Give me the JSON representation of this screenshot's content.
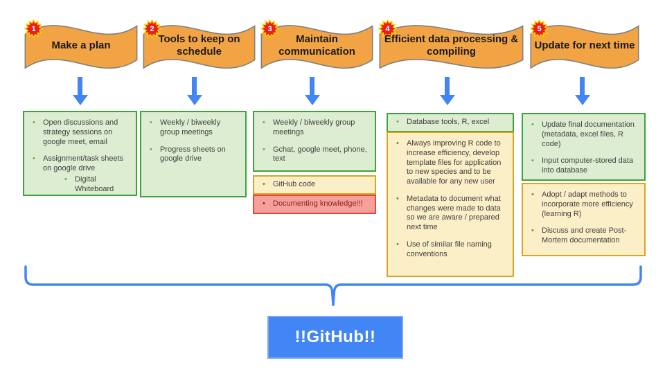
{
  "banners": [
    {
      "number": "1",
      "title": "Make a plan"
    },
    {
      "number": "2",
      "title": "Tools to keep on schedule"
    },
    {
      "number": "3",
      "title": "Maintain communication"
    },
    {
      "number": "4",
      "title": "Efficient data processing & compiling"
    },
    {
      "number": "5",
      "title": "Update for next time"
    }
  ],
  "columns": [
    {
      "boxes": [
        {
          "type": "green",
          "items": [
            {
              "text": "Open discussions and strategy sessions on google meet, email",
              "indent": 0
            },
            {
              "text": "Assignment/task sheets on google drive",
              "indent": 0
            },
            {
              "text": "Digital Whiteboard",
              "indent": 1
            }
          ]
        }
      ]
    },
    {
      "boxes": [
        {
          "type": "green",
          "items": [
            {
              "text": "Weekly / biweekly group meetings",
              "indent": 0
            },
            {
              "text": "Progress sheets on google drive",
              "indent": 0
            }
          ]
        }
      ]
    },
    {
      "boxes": [
        {
          "type": "green",
          "items": [
            {
              "text": "Weekly / biweekly group meetings",
              "indent": 0
            },
            {
              "text": "Gchat, google meet, phone, text",
              "indent": 0
            }
          ]
        },
        {
          "type": "yellow",
          "items": [
            {
              "text": "GitHub code",
              "indent": 0
            }
          ]
        },
        {
          "type": "red",
          "items": [
            {
              "text": "Documenting knowledge!!!",
              "indent": 0
            }
          ]
        }
      ]
    },
    {
      "boxes": [
        {
          "type": "green",
          "items": [
            {
              "text": "Database tools, R, excel",
              "indent": 0
            }
          ]
        },
        {
          "type": "yellow",
          "items": [
            {
              "text": "Always improving R code to increase efficiency, develop template files for application to new species and to be available for any new user",
              "indent": 0
            },
            {
              "text": "Metadata to document what changes were made to data so we are aware / prepared next time",
              "indent": 0
            },
            {
              "text": "Use of similar file naming conventions",
              "indent": 0
            }
          ]
        }
      ]
    },
    {
      "boxes": [
        {
          "type": "green",
          "items": [
            {
              "text": "Update final documentation (metadata, excel files, R code)",
              "indent": 0
            },
            {
              "text": "Input computer-stored data into database",
              "indent": 0
            }
          ]
        },
        {
          "type": "yellow",
          "items": [
            {
              "text": "Adopt / adapt methods to incorporate more efficiency (learning R)",
              "indent": 0
            },
            {
              "text": "Discuss and create Post-Mortem documentation",
              "indent": 0
            }
          ]
        }
      ]
    }
  ],
  "footer": {
    "github_label": "!!GitHub!!"
  },
  "colors": {
    "banner_fill": "#F2A444",
    "banner_border": "#7F7F7F",
    "badge_fill": "#EE1C1C",
    "badge_border": "#FFD600",
    "badge_text": "#FFFFFF",
    "green_fill": "#DCEDD2",
    "green_border": "#3CA43C",
    "green_dot": "#6AA84F",
    "yellow_fill": "#FBEFC8",
    "yellow_border": "#D9A521",
    "yellow_dot": "#8F7722",
    "red_fill": "#F5A09B",
    "red_border": "#E8453C",
    "red_text": "#8F1D1D",
    "arrow": "#4285F4",
    "brace": "#4285F4",
    "github_fill": "#4285F4",
    "github_text": "#FFFFFF",
    "body_text": "#404040"
  }
}
